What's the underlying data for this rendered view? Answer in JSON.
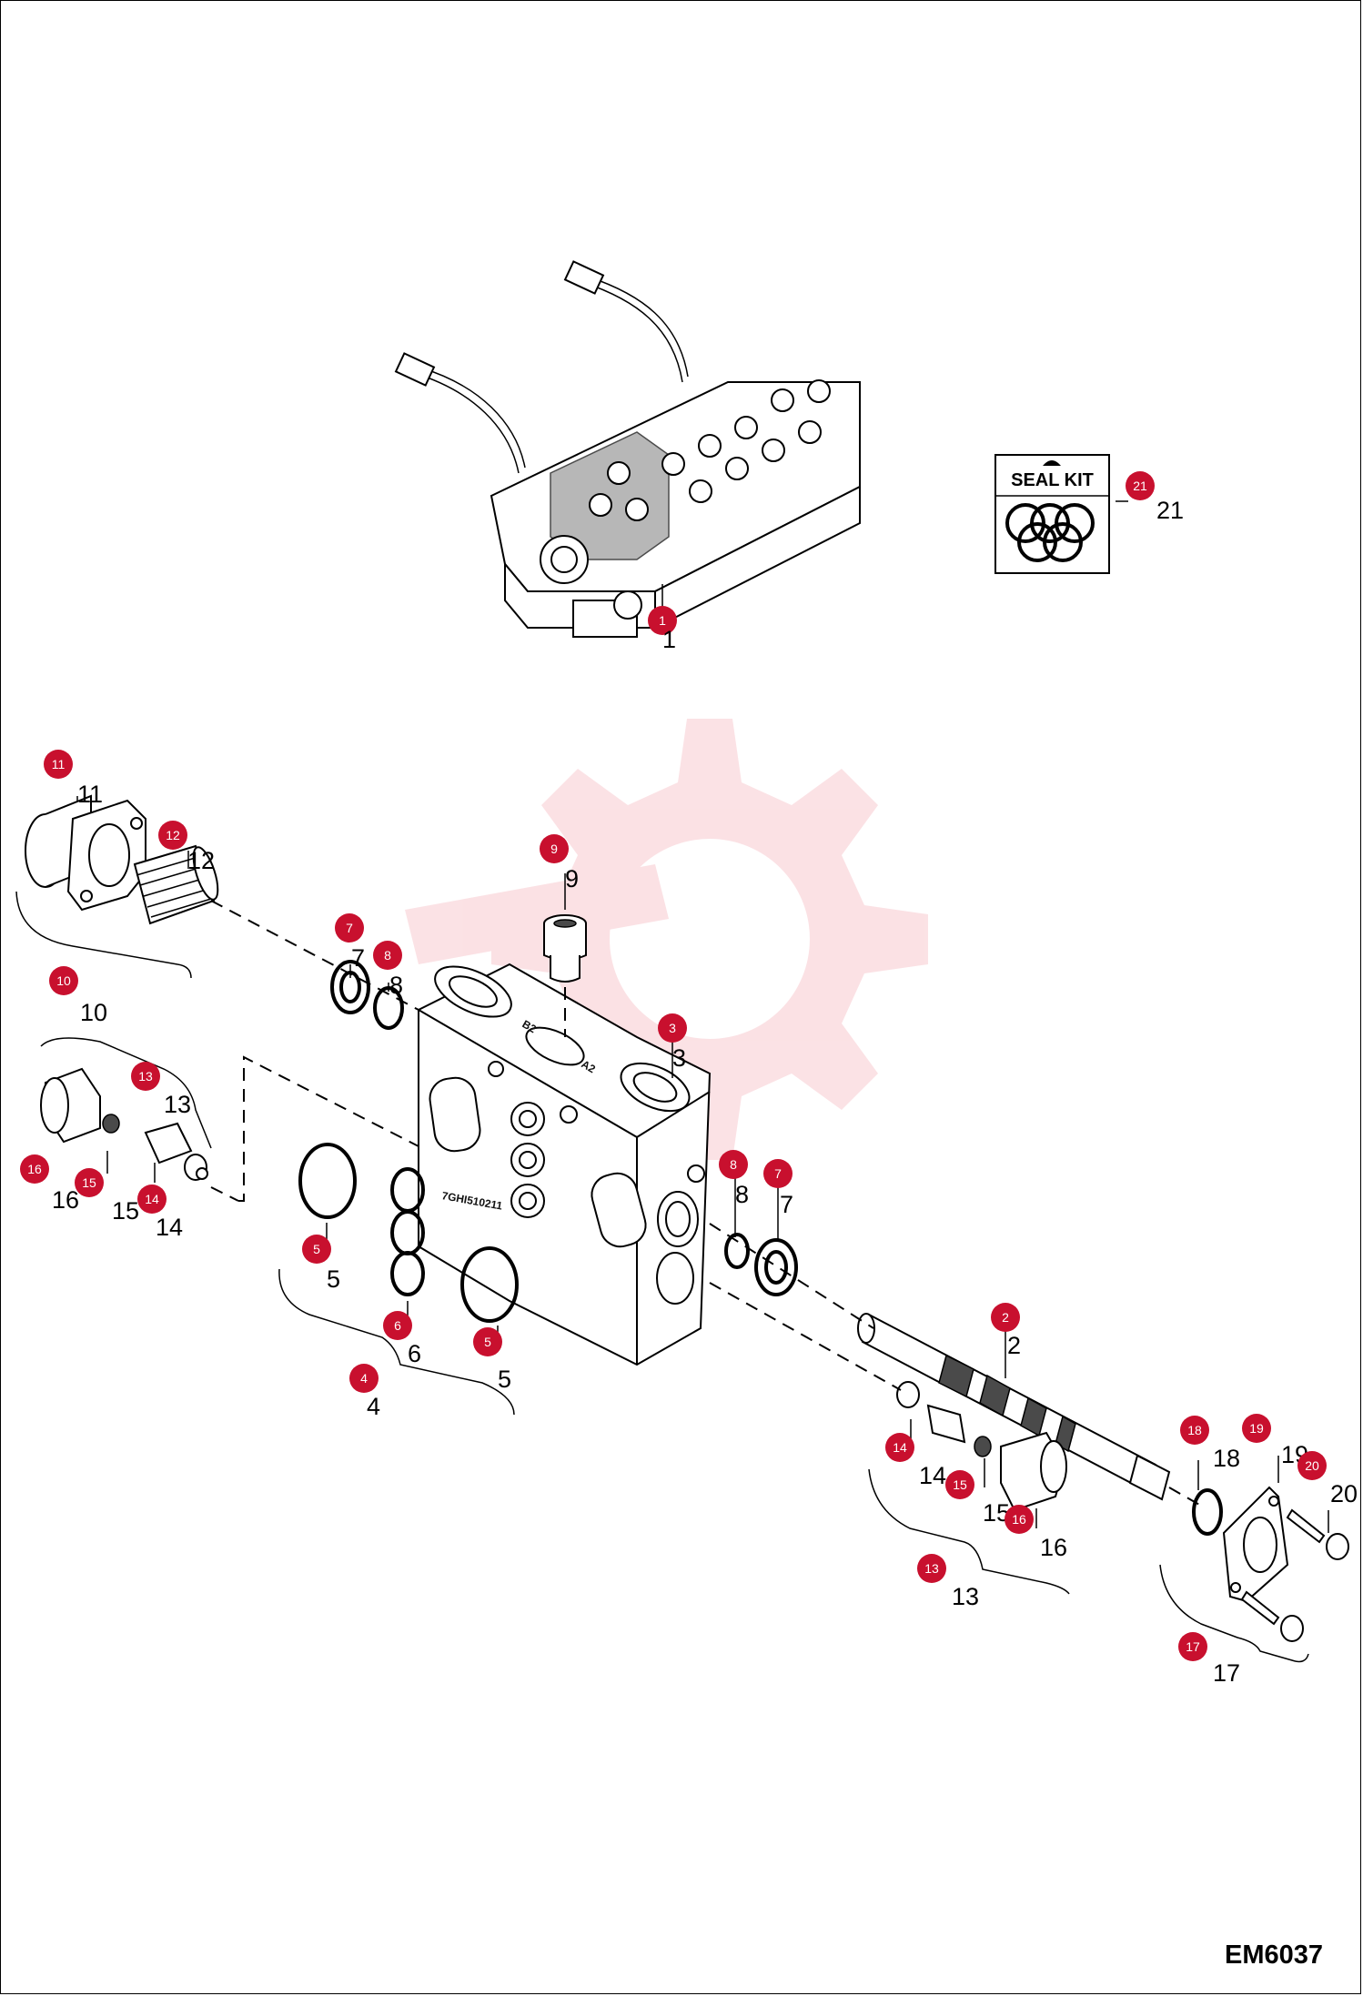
{
  "diagram": {
    "seal_kit_label": "SEAL KIT",
    "figure_id": "EM6037",
    "part_stamp": "7GHI510211",
    "port_labels": [
      "B2",
      "A2"
    ],
    "badge_color": "#c8102e",
    "callouts": [
      {
        "id": "c1",
        "label": "1"
      },
      {
        "id": "c2",
        "label": "2"
      },
      {
        "id": "c3",
        "label": "3"
      },
      {
        "id": "c4",
        "label": "4"
      },
      {
        "id": "c5a",
        "label": "5"
      },
      {
        "id": "c5b",
        "label": "5"
      },
      {
        "id": "c6",
        "label": "6"
      },
      {
        "id": "c7a",
        "label": "7"
      },
      {
        "id": "c7b",
        "label": "7"
      },
      {
        "id": "c8a",
        "label": "8"
      },
      {
        "id": "c8b",
        "label": "8"
      },
      {
        "id": "c9",
        "label": "9"
      },
      {
        "id": "c10",
        "label": "10"
      },
      {
        "id": "c11",
        "label": "11"
      },
      {
        "id": "c12",
        "label": "12"
      },
      {
        "id": "c13a",
        "label": "13"
      },
      {
        "id": "c13b",
        "label": "13"
      },
      {
        "id": "c14a",
        "label": "14"
      },
      {
        "id": "c14b",
        "label": "14"
      },
      {
        "id": "c15a",
        "label": "15"
      },
      {
        "id": "c15b",
        "label": "15"
      },
      {
        "id": "c16a",
        "label": "16"
      },
      {
        "id": "c16b",
        "label": "16"
      },
      {
        "id": "c17",
        "label": "17"
      },
      {
        "id": "c18",
        "label": "18"
      },
      {
        "id": "c19",
        "label": "19"
      },
      {
        "id": "c20",
        "label": "20"
      },
      {
        "id": "c21",
        "label": "21"
      }
    ]
  }
}
